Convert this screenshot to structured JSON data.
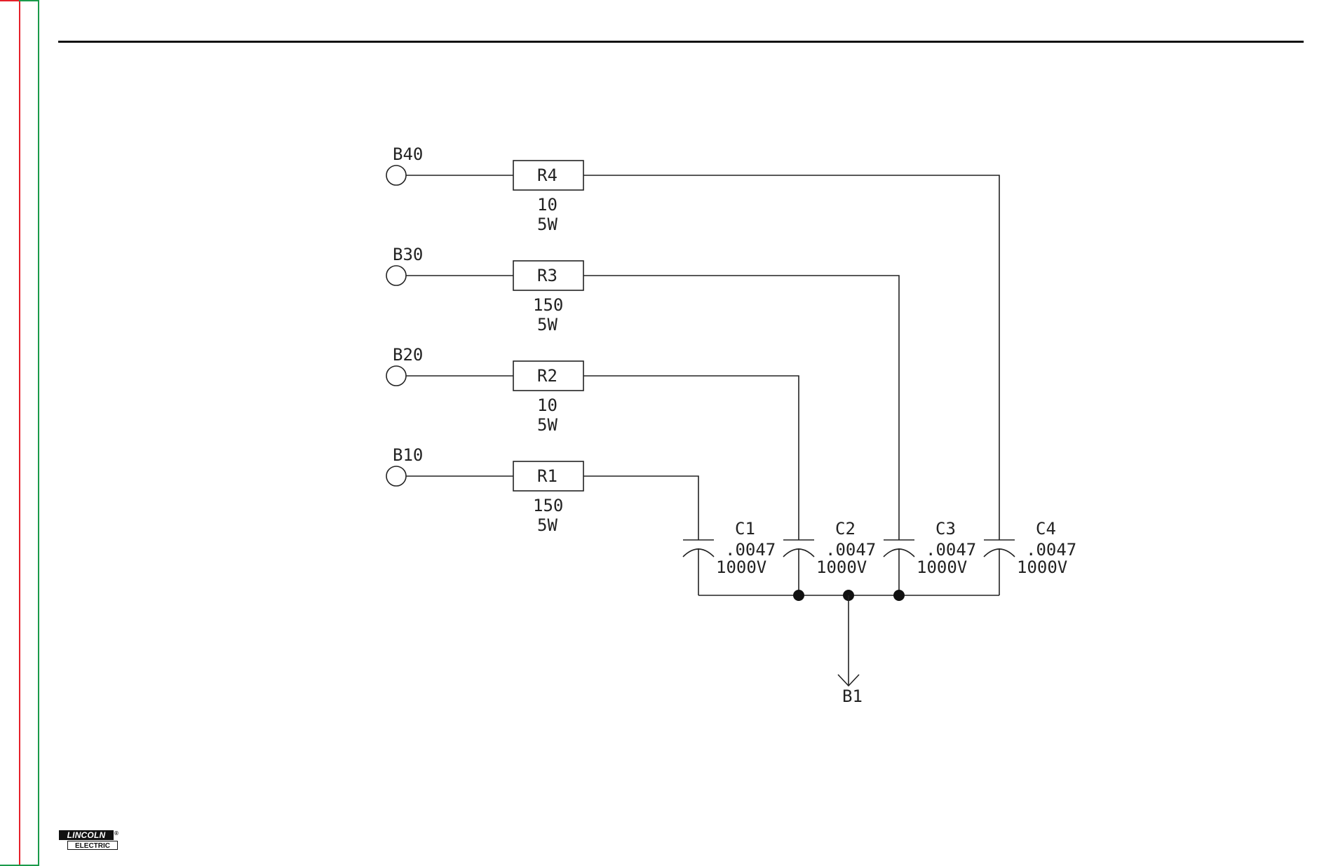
{
  "terminals": [
    {
      "id": "B40",
      "label": "B40"
    },
    {
      "id": "B30",
      "label": "B30"
    },
    {
      "id": "B20",
      "label": "B20"
    },
    {
      "id": "B10",
      "label": "B10"
    }
  ],
  "resistors": [
    {
      "id": "R4",
      "label": "R4",
      "value": "10",
      "power": "5W"
    },
    {
      "id": "R3",
      "label": "R3",
      "value": "150",
      "power": "5W"
    },
    {
      "id": "R2",
      "label": "R2",
      "value": "10",
      "power": "5W"
    },
    {
      "id": "R1",
      "label": "R1",
      "value": "150",
      "power": "5W"
    }
  ],
  "capacitors": [
    {
      "id": "C1",
      "label": "C1",
      "value": ".0047",
      "voltage": "1000V"
    },
    {
      "id": "C2",
      "label": "C2",
      "value": ".0047",
      "voltage": "1000V"
    },
    {
      "id": "C3",
      "label": "C3",
      "value": ".0047",
      "voltage": "1000V"
    },
    {
      "id": "C4",
      "label": "C4",
      "value": ".0047",
      "voltage": "1000V"
    }
  ],
  "ground": {
    "label": "B1"
  },
  "logo": {
    "top": "LINCOLN",
    "bottom": "ELECTRIC",
    "mark": "®"
  },
  "colors": {
    "margin_red": "#e5202a",
    "margin_green": "#1a9a4a",
    "ink": "#222222"
  }
}
